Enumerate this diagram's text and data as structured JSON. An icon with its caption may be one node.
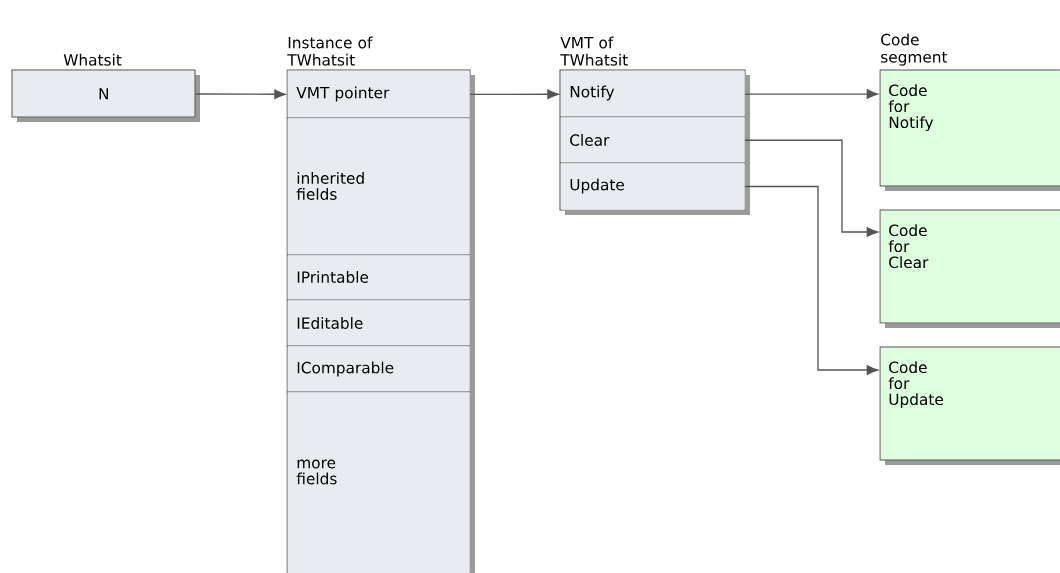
{
  "diagram": {
    "nodes": [
      {
        "text": [
          "Whatsit",
          "N"
        ]
      },
      {
        "text": [
          "Instance of TWhatsit"
        ]
      },
      {
        "text": [
          "VMT pointer"
        ],
        "in": 1
      },
      {
        "text": [
          "inherited fields"
        ],
        "in": 1
      },
      {
        "text": [
          "IPrintable"
        ],
        "in": 1
      },
      {
        "text": [
          "IEditable"
        ],
        "in": 1
      },
      {
        "text": [
          "IComparable"
        ],
        "in": 1
      },
      {
        "text": [
          "more fields"
        ],
        "in": 1
      },
      {
        "text": [
          "VMT of TWhatsit"
        ]
      },
      {
        "text": [
          "Notify"
        ],
        "in": 8
      },
      {
        "text": [
          "Clear"
        ],
        "in": 8
      },
      {
        "text": [
          "Update"
        ],
        "in": 8
      },
      {
        "text": [
          "Code for Notify"
        ]
      },
      {
        "text": [
          "Code for Clear"
        ]
      },
      {
        "text": [
          "Code for Update"
        ]
      }
    ],
    "edges": [
      {
        "from": 0,
        "to": 2,
        "arrow": "to"
      },
      {
        "from": 2,
        "to": 9,
        "arrow": "to"
      },
      {
        "from": 9,
        "to": 12,
        "arrow": "to"
      },
      {
        "from": 10,
        "to": 13,
        "arrow": "to"
      },
      {
        "from": 11,
        "to": 14,
        "arrow": "to"
      }
    ],
    "labels": [
      "Code segment"
    ]
  }
}
